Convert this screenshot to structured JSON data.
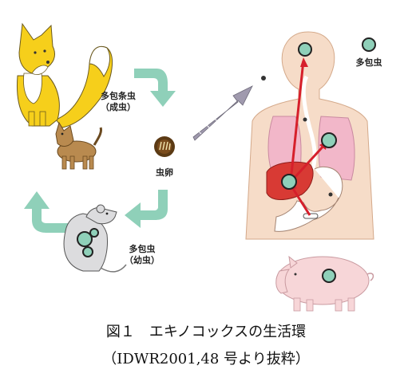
{
  "labels": {
    "adult_tapeworm": "多包条虫",
    "adult_stage": "（成虫）",
    "egg": "虫卵",
    "larva_name": "多包虫",
    "larva_stage": "（幼虫）",
    "cyst_legend": "多包虫"
  },
  "caption": {
    "title": "図１　エキノコックスの生活環",
    "source": "（IDWR2001,48 号より抜粋）"
  },
  "colors": {
    "fox_fur": "#f6cf1b",
    "fox_tail_tip": "#ffffff",
    "dog_fur": "#b98a4f",
    "cycle_arrow": "#8fd0b9",
    "transmission_arrow": "#a09aae",
    "human_skin": "#f6dcc8",
    "lungs": "#f2b7c9",
    "liver": "#d83a34",
    "cyst": "#8fd0b9",
    "red_arrow": "#d61f2b",
    "pig": "#f7d6d8",
    "mouse": "#dcdcde"
  }
}
